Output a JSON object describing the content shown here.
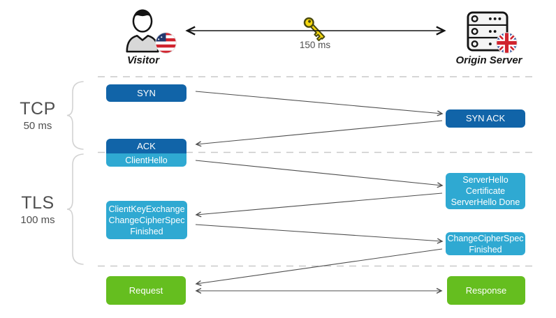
{
  "endpoints": {
    "visitor": {
      "label": "Visitor",
      "icon": "person-icon",
      "flag": "us-flag-icon"
    },
    "origin_server": {
      "label": "Origin Server",
      "icon": "server-stack-icon",
      "flag": "uk-flag-icon"
    }
  },
  "latency": {
    "label": "150 ms",
    "icon": "key-icon"
  },
  "phases": [
    {
      "name": "TCP",
      "duration": "50 ms"
    },
    {
      "name": "TLS",
      "duration": "100 ms"
    }
  ],
  "messages": {
    "syn": "SYN",
    "syn_ack": "SYN ACK",
    "ack": "ACK",
    "client_hello": "ClientHello",
    "server_hello": [
      "ServerHello",
      "Certificate",
      "ServerHello Done"
    ],
    "client_key_exchange": [
      "ClientKeyExchange",
      "ChangeCipherSpec",
      "Finished"
    ],
    "change_cipher_spec": [
      "ChangeCipherSpec",
      "Finished"
    ],
    "request": "Request",
    "response": "Response"
  },
  "colors": {
    "tcp-blue": "#1164a8",
    "tls-blue": "#2fa9d2",
    "http-green": "#65be1f",
    "arrow-gray": "#4d4d4d",
    "dash-gray": "#c9c9c9",
    "brace-gray": "#d2d2d2",
    "label-gray": "#4f4f4f",
    "ink": "#161616"
  }
}
